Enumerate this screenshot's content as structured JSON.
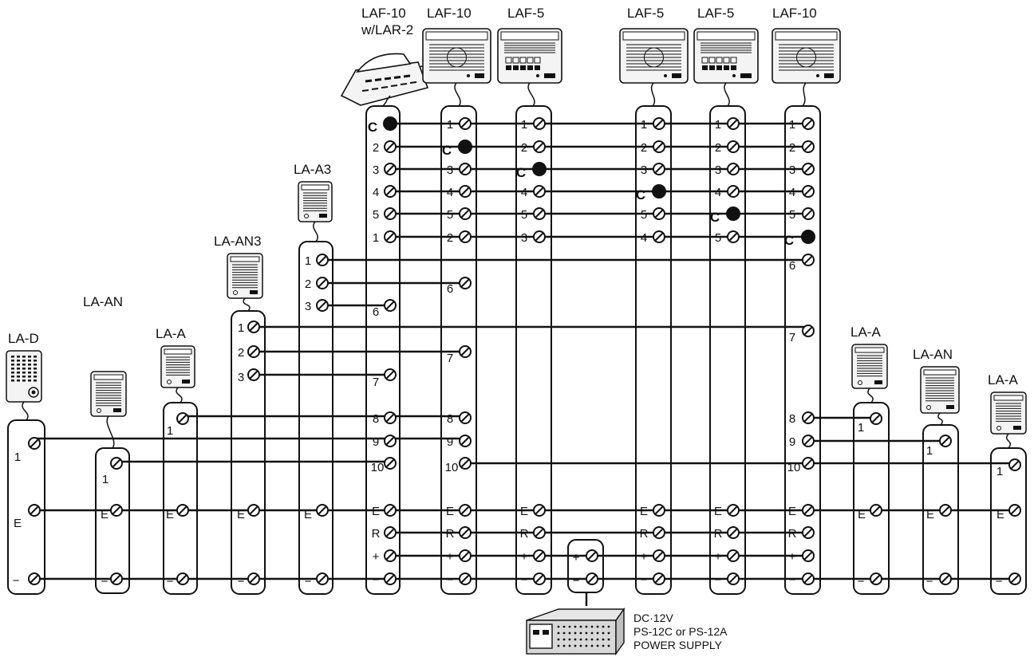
{
  "title": "",
  "devices": [
    {
      "id": "LA-D",
      "label": "LA-D",
      "type": "door"
    },
    {
      "id": "LA-AN-L",
      "label": "LA-AN",
      "type": "speaker_small"
    },
    {
      "id": "LA-A-L",
      "label": "LA-A",
      "type": "speaker_small"
    },
    {
      "id": "LA-AN3",
      "label": "LA-AN3",
      "type": "speaker_small"
    },
    {
      "id": "LA-A3",
      "label": "LA-A3",
      "type": "speaker_small"
    },
    {
      "id": "LAF-10-LAR2",
      "label": "LAF-10",
      "label2": "w/LAR-2",
      "type": "desk_phone"
    },
    {
      "id": "LAF-10-2",
      "label": "LAF-10",
      "type": "master_speaker"
    },
    {
      "id": "LAF-5-3",
      "label": "LAF-5",
      "type": "master_keys"
    },
    {
      "id": "LAF-5-4",
      "label": "LAF-5",
      "type": "master_speaker"
    },
    {
      "id": "LAF-5-5",
      "label": "LAF-5",
      "type": "master_keys"
    },
    {
      "id": "LAF-10-6",
      "label": "LAF-10",
      "type": "master_speaker"
    },
    {
      "id": "LA-A-R1",
      "label": "LA-A",
      "type": "speaker_small"
    },
    {
      "id": "LA-AN-R",
      "label": "LA-AN",
      "type": "speaker_small"
    },
    {
      "id": "LA-A-R2",
      "label": "LA-A",
      "type": "speaker_small"
    }
  ],
  "strips": {
    "LAF-10-LAR2": [
      "C",
      "2",
      "3",
      "4",
      "5",
      "1",
      "",
      "",
      "",
      "",
      "",
      "",
      "",
      "8",
      "9",
      "10",
      "E",
      "R",
      "+",
      "−"
    ],
    "LAF-10-2": [
      "1",
      "C",
      "3",
      "4",
      "5",
      "2",
      "",
      "6",
      "",
      "",
      "7",
      "",
      "",
      "8",
      "9",
      "10",
      "E",
      "R",
      "+",
      "−"
    ],
    "LAF-5-3": [
      "1",
      "2",
      "C",
      "4",
      "5",
      "3",
      "",
      "",
      "",
      "",
      "",
      "",
      "",
      "",
      "",
      "",
      "E",
      "R",
      "+",
      "−"
    ],
    "LAF-5-4": [
      "1",
      "2",
      "3",
      "C",
      "5",
      "4",
      "",
      "",
      "",
      "",
      "",
      "",
      "",
      "",
      "",
      "",
      "E",
      "R",
      "+",
      "−"
    ],
    "LAF-5-5": [
      "1",
      "2",
      "3",
      "4",
      "C",
      "5",
      "",
      "",
      "",
      "",
      "",
      "",
      "",
      "",
      "",
      "",
      "E",
      "R",
      "+",
      "−"
    ],
    "LAF-10-6": [
      "1",
      "2",
      "3",
      "4",
      "5",
      "C",
      "6",
      "",
      "",
      "7",
      "",
      "",
      "",
      "8",
      "9",
      "10",
      "E",
      "R",
      "+",
      "−"
    ],
    "LA-A3": [
      "1",
      "2",
      "3",
      "E",
      "−"
    ],
    "LA-AN3": [
      "1",
      "2",
      "3",
      "E",
      "−"
    ],
    "LA-A-L": [
      "1",
      "E",
      "−"
    ],
    "LA-AN-L": [
      "1",
      "E",
      "−"
    ],
    "LA-D": [
      "1",
      "E",
      "−"
    ],
    "LA-A-R1": [
      "1",
      "E",
      "−"
    ],
    "LA-AN-R": [
      "1",
      "E",
      "−"
    ],
    "LA-A-R2": [
      "1",
      "E",
      "−"
    ],
    "PS": [
      "+",
      "−"
    ]
  },
  "inner_labels": {
    "LA-A3-extra": "6",
    "LA-AN3-extra": "7"
  },
  "power_supply": {
    "line1": "DC·12V",
    "line2": "PS-12C or PS-12A",
    "line3": "POWER SUPPLY"
  },
  "colors": {
    "ink": "#111111",
    "paper": "#ffffff",
    "device_fill": "#f4f4f4"
  }
}
